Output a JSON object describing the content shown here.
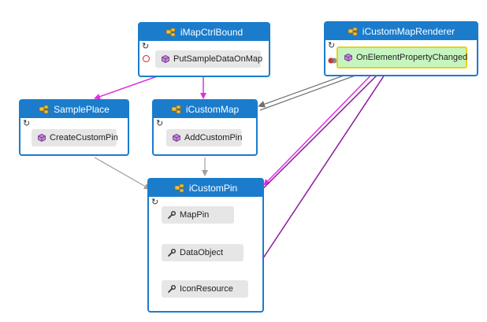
{
  "colors": {
    "header": "#1b7ccc",
    "member_bg": "#e6e6e6",
    "highlight_bg": "#c7f5c0",
    "highlight_border": "#e8d21a",
    "edge_magenta": "#e030e0",
    "edge_purple": "#8a1a9a",
    "edge_gray": "#a0a0a0",
    "edge_dark_gray": "#707070"
  },
  "nodes": {
    "imapctrlbound": {
      "title": "iMapCtrlBound",
      "members": [
        "PutSampleDataOnMap"
      ]
    },
    "icustommaprenderer": {
      "title": "iCustomMapRenderer",
      "members": [
        "OnElementPropertyChanged"
      ]
    },
    "sampleplace": {
      "title": "SamplePlace",
      "members": [
        "CreateCustomPin"
      ]
    },
    "icustommap": {
      "title": "iCustomMap",
      "members": [
        "AddCustomPin"
      ]
    },
    "icustompin": {
      "title": "iCustomPin",
      "members": [
        "MapPin",
        "DataObject",
        "IconResource"
      ]
    }
  },
  "icons": {
    "header": "class-icon",
    "method": "method-cube-icon",
    "property": "wrench-icon",
    "refresh": "refresh-icon"
  }
}
